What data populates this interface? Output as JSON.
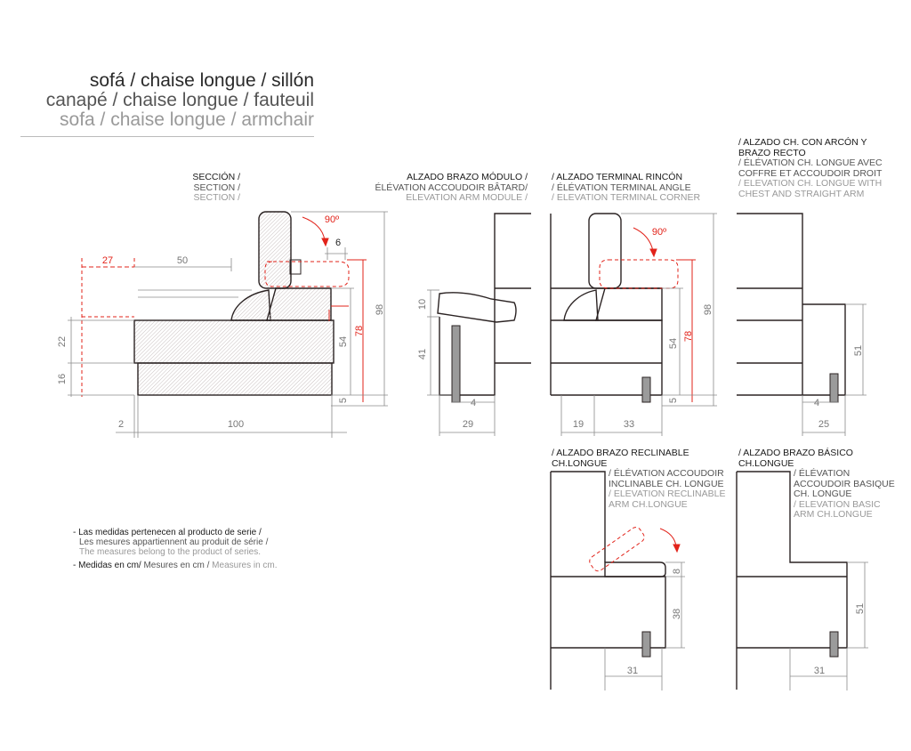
{
  "title": {
    "es": "sofá / chaise longue / sillón",
    "fr": "canapé / chaise longue / fauteuil",
    "en": "sofa / chaise longue / armchair"
  },
  "captions": {
    "seccion": {
      "es": "SECCIÓN /",
      "fr": "SECTION /",
      "en": "SECTION /"
    },
    "brazo_modulo": {
      "es": "ALZADO BRAZO MÓDULO /",
      "fr": "ÉLÉVATION ACCOUDOIR BÂTARD/",
      "en": "ELEVATION ARM MODULE /"
    },
    "terminal_rincon": {
      "es": "/ ALZADO TERMINAL RINCÓN",
      "fr": "/ ÉLÉVATION TERMINAL ANGLE",
      "en": "/ ELEVATION TERMINAL CORNER"
    },
    "con_arcon": {
      "es_1": "/ ALZADO CH. CON ARCÓN Y",
      "es_2": "BRAZO RECTO",
      "fr_1": "/ ÉLÉVATION CH. LONGUE AVEC",
      "fr_2": "COFFRE ET ACCOUDOIR DROIT",
      "en_1": "/ ELEVATION CH. LONGUE WITH",
      "en_2": "CHEST AND STRAIGHT ARM"
    },
    "reclinable": {
      "es_1": "/ ALZADO BRAZO RECLINABLE",
      "es_2": "CH.LONGUE",
      "fr_1": "/ ÉLÉVATION ACCOUDOIR",
      "fr_2": "INCLINABLE CH. LONGUE",
      "en_1": "/ ELEVATION RECLINABLE",
      "en_2": "ARM  CH.LONGUE"
    },
    "basico": {
      "es_1": "/ ALZADO BRAZO BÁSICO",
      "es_2": "CH.LONGUE",
      "fr_1": "/ ÉLÉVATION",
      "fr_2": "ACCOUDOIR BASIQUE",
      "fr_3": "CH. LONGUE",
      "en_1": "/ ELEVATION BASIC",
      "en_2": "ARM CH.LONGUE"
    }
  },
  "notes": {
    "line1_es": "- Las medidas pertenecen al producto de serie /",
    "line1_fr": "Les mesures appartiennent au produit de série  /",
    "line1_en": "The measures belong to the product of series.",
    "line2_es": "- Medidas en cm/",
    "line2_fr": " Mesures en cm /",
    "line2_en": " Measures in cm."
  },
  "dims": {
    "sec_27": "27",
    "sec_50": "50",
    "sec_90": "90º",
    "sec_6": "6",
    "sec_98": "98",
    "sec_78": "78",
    "sec_54": "54",
    "sec_22": "22",
    "sec_16": "16",
    "sec_5": "5",
    "sec_2": "2",
    "sec_100": "100",
    "arm_10": "10",
    "arm_41": "41",
    "arm_4": "4",
    "arm_29": "29",
    "cor_90": "90º",
    "cor_98": "98",
    "cor_78": "78",
    "cor_54": "54",
    "cor_5": "5",
    "cor_19": "19",
    "cor_33": "33",
    "ch_51": "51",
    "ch_4": "4",
    "ch_25": "25",
    "rec_8": "8",
    "rec_38": "38",
    "rec_31": "31",
    "bas_51": "51",
    "bas_31": "31"
  },
  "colors": {
    "red": "#e2231a",
    "line": "#2b2323",
    "dim": "#8a8a8a",
    "grey_fill": "#9b9b9b"
  }
}
